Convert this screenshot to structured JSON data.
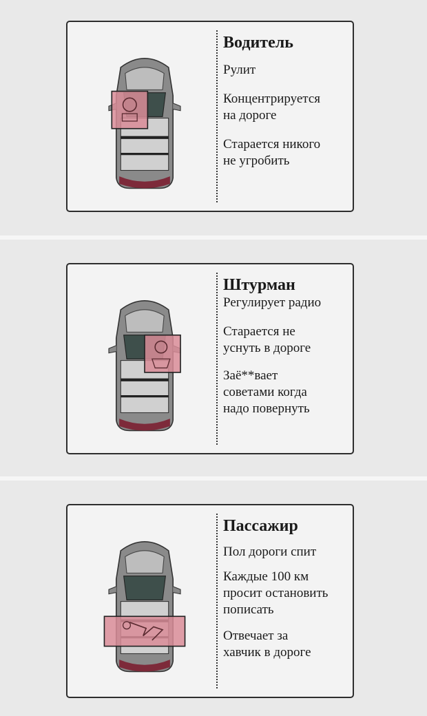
{
  "cards": [
    {
      "title": "Водитель",
      "lines": [
        "Рулит",
        "Концентрируется",
        "на дороге",
        "Старается никого",
        "не угробить"
      ]
    },
    {
      "title": "Штурман",
      "lines": [
        "Регулирует радио",
        "Старается не",
        "уснуть в дороге",
        "Заё**вает",
        "советами когда",
        "надо повернуть"
      ]
    },
    {
      "title": "Пассажир",
      "lines": [
        "Пол дороги спит",
        "Каждые 100 км",
        "просит остановить",
        "пописать",
        "Отвечает за",
        "хавчик в дороге"
      ]
    }
  ],
  "icons": {
    "car": "car-top-view-icon",
    "seat": "seat-icon"
  },
  "colors": {
    "highlight": "#d98c98",
    "car_body": "#8a8a8a",
    "glass": "#3e4f4b",
    "taillight": "#7d2a3a"
  }
}
